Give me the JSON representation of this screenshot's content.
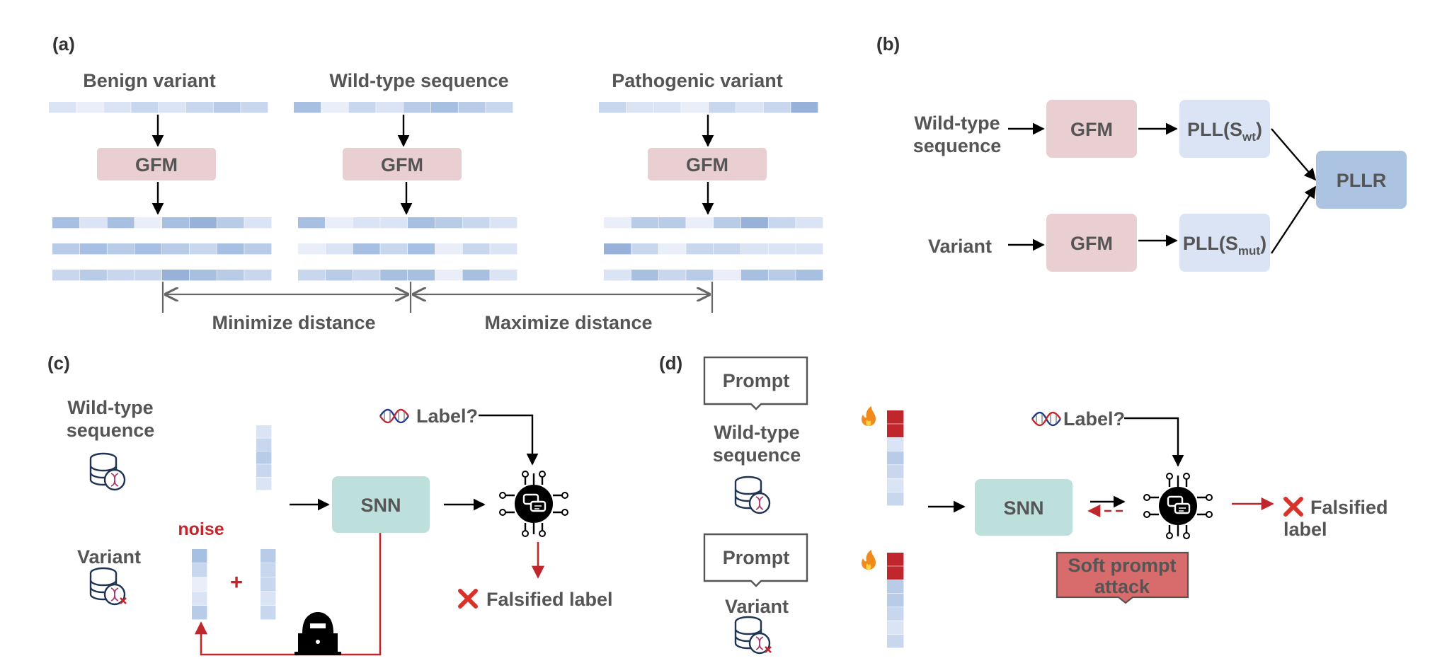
{
  "colors": {
    "gfm": "#eacfd2",
    "pll": "#dbe4f4",
    "pllr": "#adc3e2",
    "snn": "#bde0dd",
    "red": "#c0272d",
    "attack_box": "#d86c6c",
    "arrow": "#000000",
    "axis_gray": "#666666"
  },
  "panel_a": {
    "letter": "(a)",
    "headers": {
      "benign": "Benign variant",
      "wildtype": "Wild-type sequence",
      "pathogenic": "Pathogenic variant"
    },
    "model_label": "GFM",
    "minimize": "Minimize distance",
    "maximize": "Maximize distance"
  },
  "panel_b": {
    "letter": "(b)",
    "input_wildtype_line1": "Wild-type",
    "input_wildtype_line2": "sequence",
    "input_variant": "Variant",
    "model_label": "GFM",
    "pll_prefix": "PLL(S",
    "sub_wt": "wt",
    "sub_mut": "mut",
    "pll_suffix": ")",
    "output": "PLLR"
  },
  "panel_c": {
    "letter": "(c)",
    "wildtype_line1": "Wild-type",
    "wildtype_line2": "sequence",
    "variant": "Variant",
    "noise": "noise",
    "plus": "+",
    "snn": "SNN",
    "label_query": "Label?",
    "falsified": "Falsified label",
    "icons": [
      "database-dna-icon",
      "database-dna-cross-icon",
      "hacker-laptop-icon",
      "dna-icon",
      "chip-chat-icon",
      "cross-icon"
    ]
  },
  "panel_d": {
    "letter": "(d)",
    "prompt_top": "Prompt",
    "prompt_bottom": "Prompt",
    "wildtype_line1": "Wild-type",
    "wildtype_line2": "sequence",
    "variant": "Variant",
    "snn": "SNN",
    "label_query": "Label?",
    "falsified_line1": "Falsified",
    "falsified_line2": "label",
    "attack_line1": "Soft prompt",
    "attack_line2": "attack",
    "icons": [
      "fire-icon",
      "database-dna-icon",
      "database-dna-cross-icon",
      "dna-icon",
      "chip-chat-icon",
      "cross-icon"
    ]
  }
}
